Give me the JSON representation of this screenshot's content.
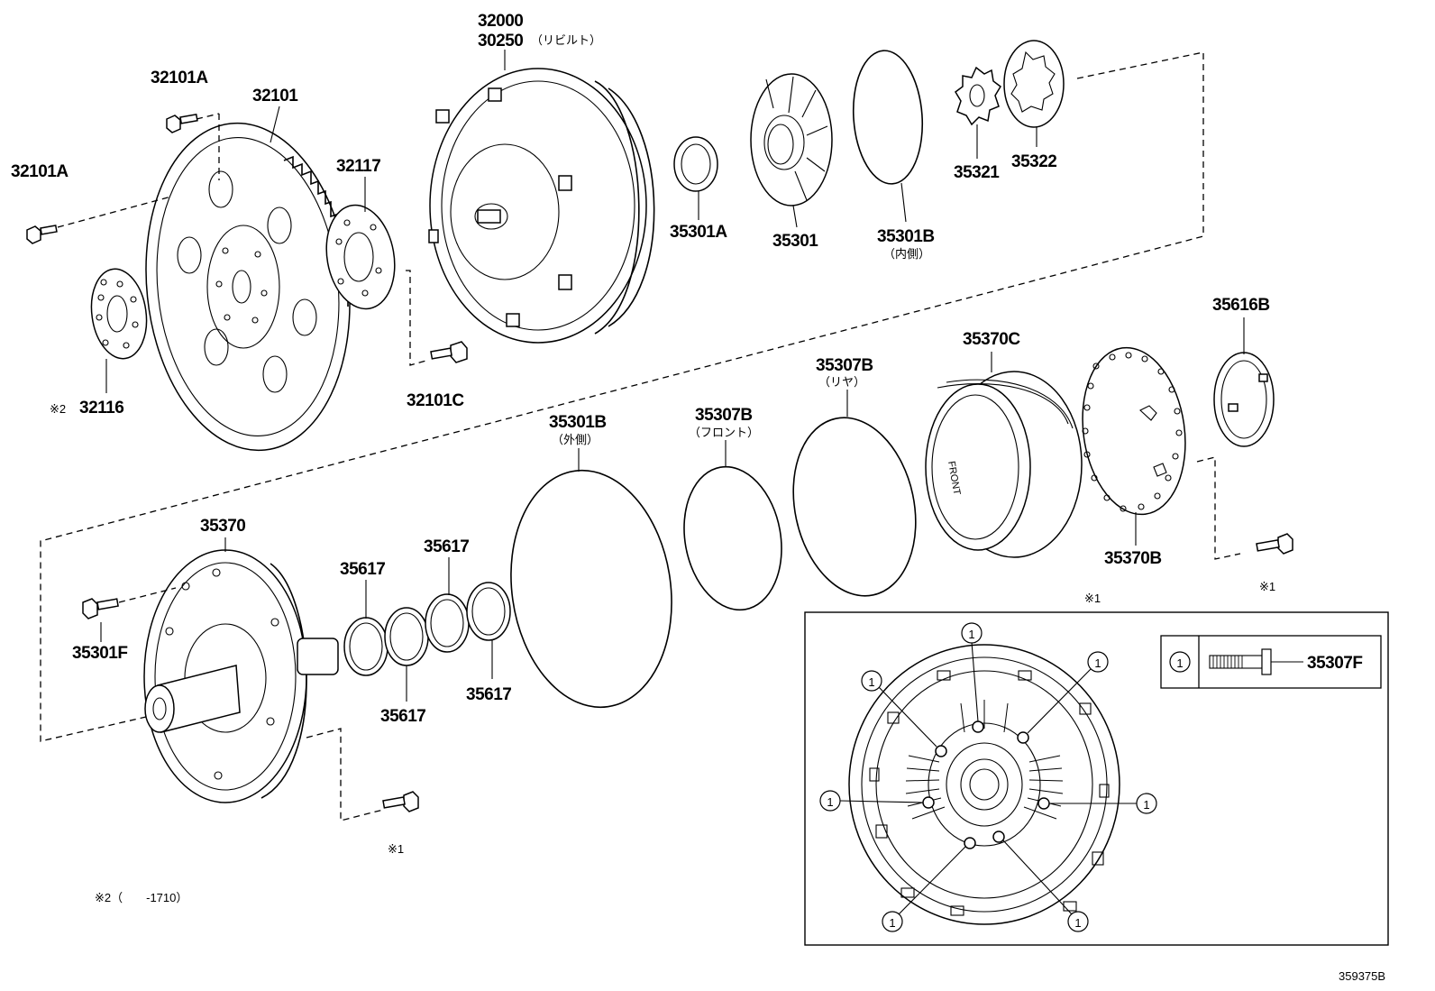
{
  "title_block": {
    "drawing_number": "359375B"
  },
  "notes": {
    "note2": "※2（　　-1710）",
    "mark1": "※1",
    "mark2": "※2"
  },
  "labels": {
    "p32000": "32000",
    "p30250": "30250",
    "p30250_sub": "（リビルト）",
    "p32101A_top": "32101A",
    "p32101A_left": "32101A",
    "p32101": "32101",
    "p32117": "32117",
    "p32116": "32116",
    "p32101C": "32101C",
    "p35301A": "35301A",
    "p35301": "35301",
    "p35301B_inner": "35301B",
    "p35301B_inner_sub": "（内側）",
    "p35321": "35321",
    "p35322": "35322",
    "p35616B": "35616B",
    "p35370C": "35370C",
    "p35307B_rear": "35307B",
    "p35307B_rear_sub": "（リヤ）",
    "p35307B_front": "35307B",
    "p35307B_front_sub": "（フロント）",
    "p35301B_outer": "35301B",
    "p35301B_outer_sub": "（外側）",
    "p35370": "35370",
    "p35370B": "35370B",
    "p35301F": "35301F",
    "p35617_a": "35617",
    "p35617_b": "35617",
    "p35617_c": "35617",
    "p35617_d": "35617",
    "p35307F": "35307F",
    "bolt_ref1": "※1",
    "bolt_ref2": "※1",
    "detail_ref": "※1"
  },
  "detail_inset": {
    "callout_symbol": "1",
    "legend_symbol": "1",
    "legend_part": "35307F"
  }
}
